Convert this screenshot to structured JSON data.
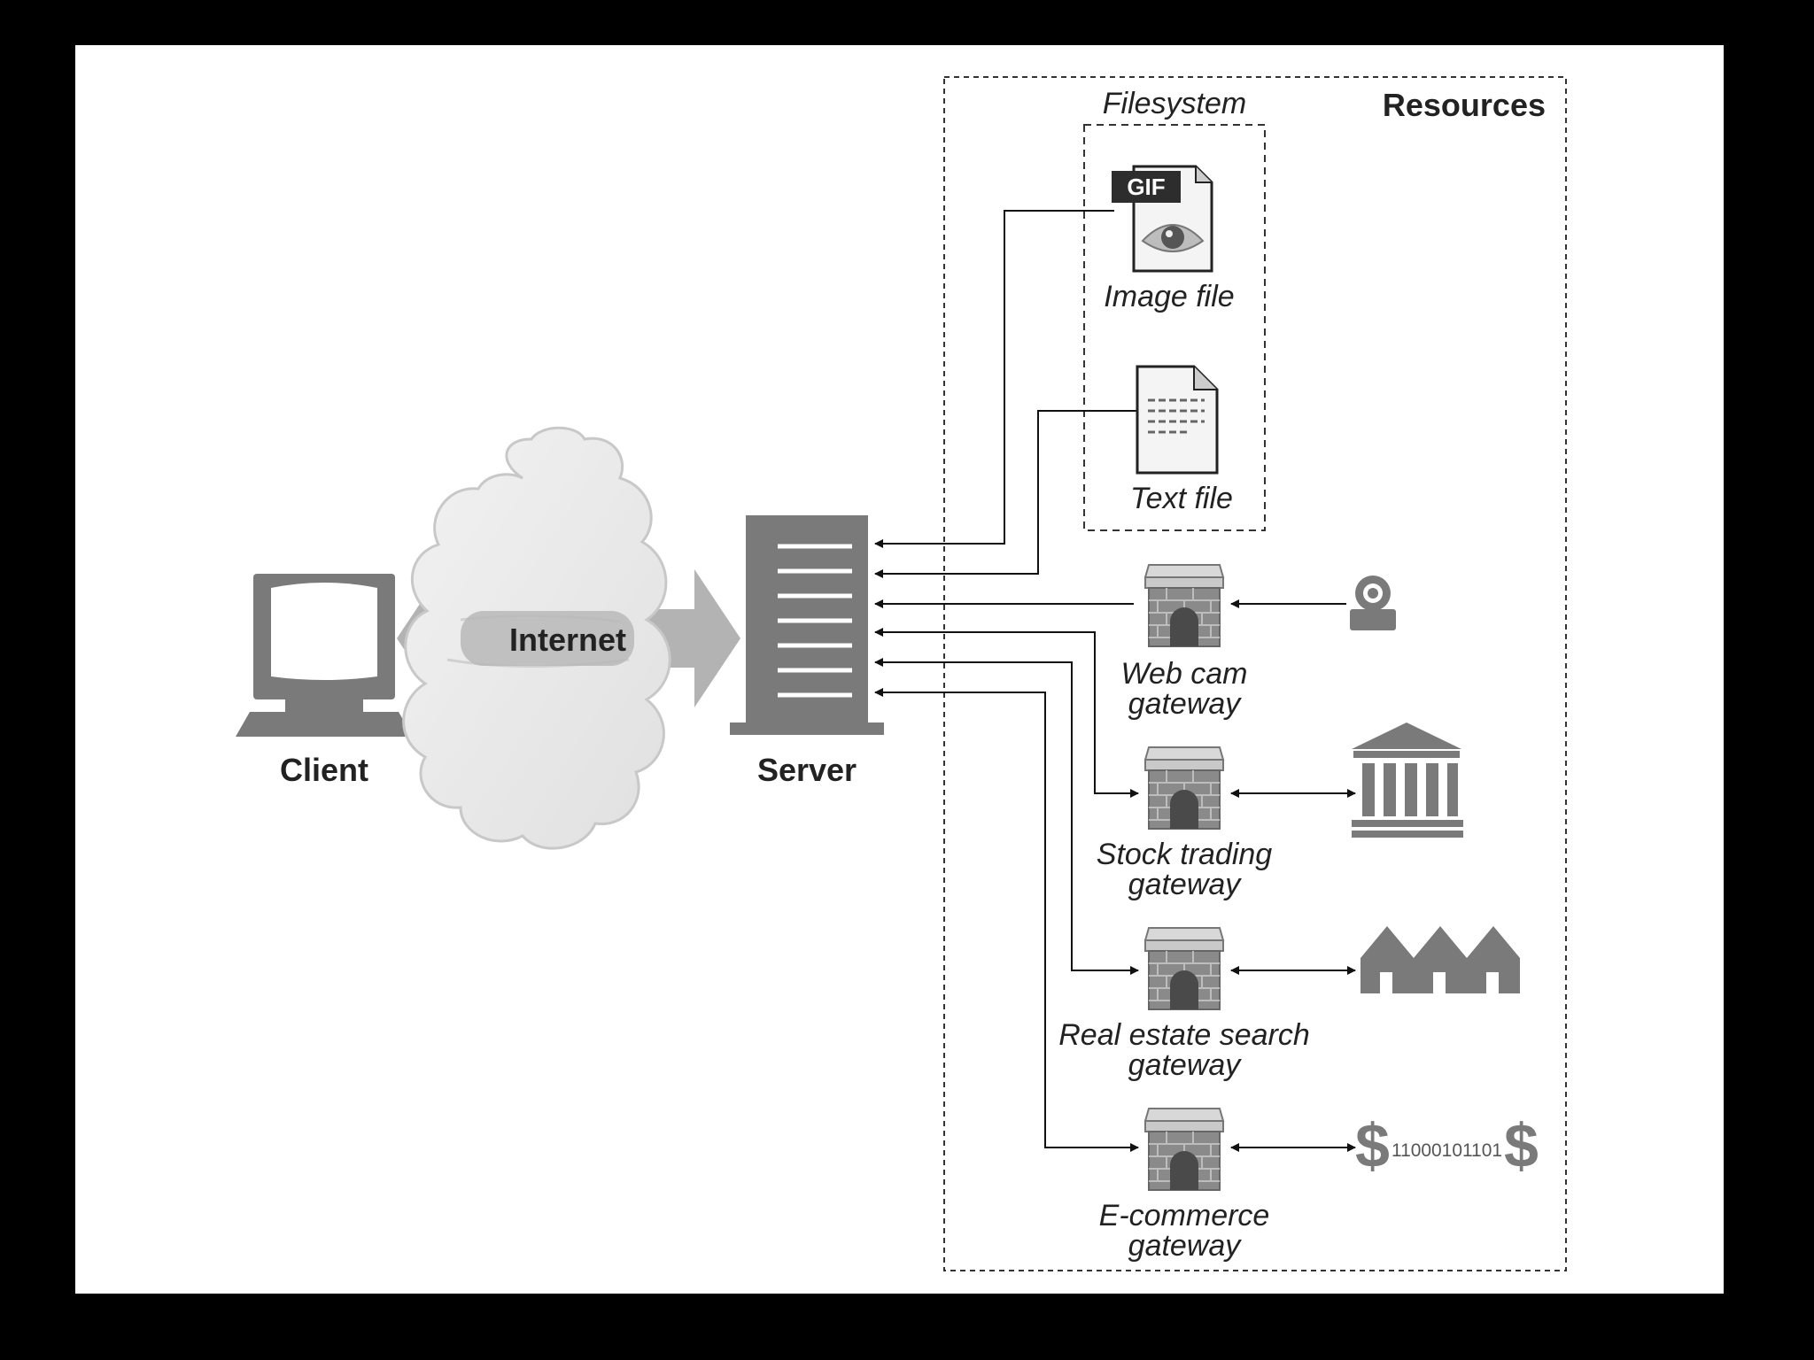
{
  "labels": {
    "client": "Client",
    "internet": "Internet",
    "server": "Server",
    "resources": "Resources",
    "filesystem": "Filesystem",
    "image_file": "Image file",
    "gif_badge": "GIF",
    "text_file": "Text file",
    "binary_code": "11000101101",
    "dollar": "$"
  },
  "gateways": [
    {
      "line1": "Web cam",
      "line2": "gateway"
    },
    {
      "line1": "Stock trading",
      "line2": "gateway"
    },
    {
      "line1": "Real estate search",
      "line2": "gateway"
    },
    {
      "line1": "E-commerce",
      "line2": "gateway"
    }
  ],
  "icons": {
    "client": "computer-monitor-icon",
    "internet": "cloud-icon",
    "server": "server-tower-icon",
    "image_file": "gif-file-icon",
    "text_file": "text-document-icon",
    "gateway": "brick-arch-gateway-icon",
    "webcam": "webcam-icon",
    "bank": "bank-building-icon",
    "houses": "houses-icon",
    "ecommerce": "dollar-binary-icon"
  },
  "colors": {
    "background": "#000000",
    "canvas": "#ffffff",
    "icon_gray": "#7a7a7a",
    "arrow_gray": "#b3b3b3",
    "cloud": "#eeeeee",
    "text": "#222222"
  }
}
